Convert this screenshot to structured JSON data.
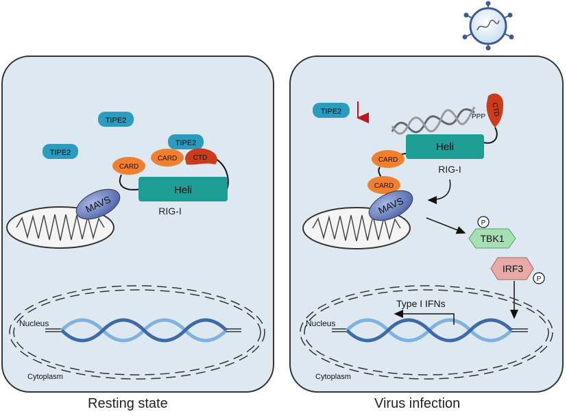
{
  "left_panel": {
    "title": "Resting state",
    "tipe2_labels": [
      "TIPE2",
      "TIPE2",
      "TIPE2"
    ],
    "card_labels": [
      "CARD",
      "CARD"
    ],
    "ctd": "CTD",
    "heli": "Heli",
    "rig": "RIG-I",
    "mavs": "MAVS",
    "nucleus": "Nucleus",
    "cytoplasm": "Cytoplasm"
  },
  "right_panel": {
    "title": "Virus infection",
    "tipe2": "TIPE2",
    "ppp": "PPP",
    "ctd": "CTD",
    "heli": "Heli",
    "rig": "RIG-I",
    "card_labels": [
      "CARD",
      "CARD"
    ],
    "mavs": "MAVS",
    "tbk1": "TBK1",
    "irf3": "IRF3",
    "phospho": "P",
    "type_ifns": "Type I IFNs",
    "nucleus": "Nucleus",
    "cytoplasm": "Cytoplasm"
  },
  "colors": {
    "cell_fill": "#dde8f1",
    "tipe2": "#2b9cc0",
    "card": "#f07f2e",
    "ctd": "#cc3c1a",
    "heli": "#1e9e94",
    "mavs": "#5a73b6",
    "tbk1": "#a7dfb4",
    "irf3": "#e8aaa6",
    "arrow_down": "#c0151a"
  }
}
